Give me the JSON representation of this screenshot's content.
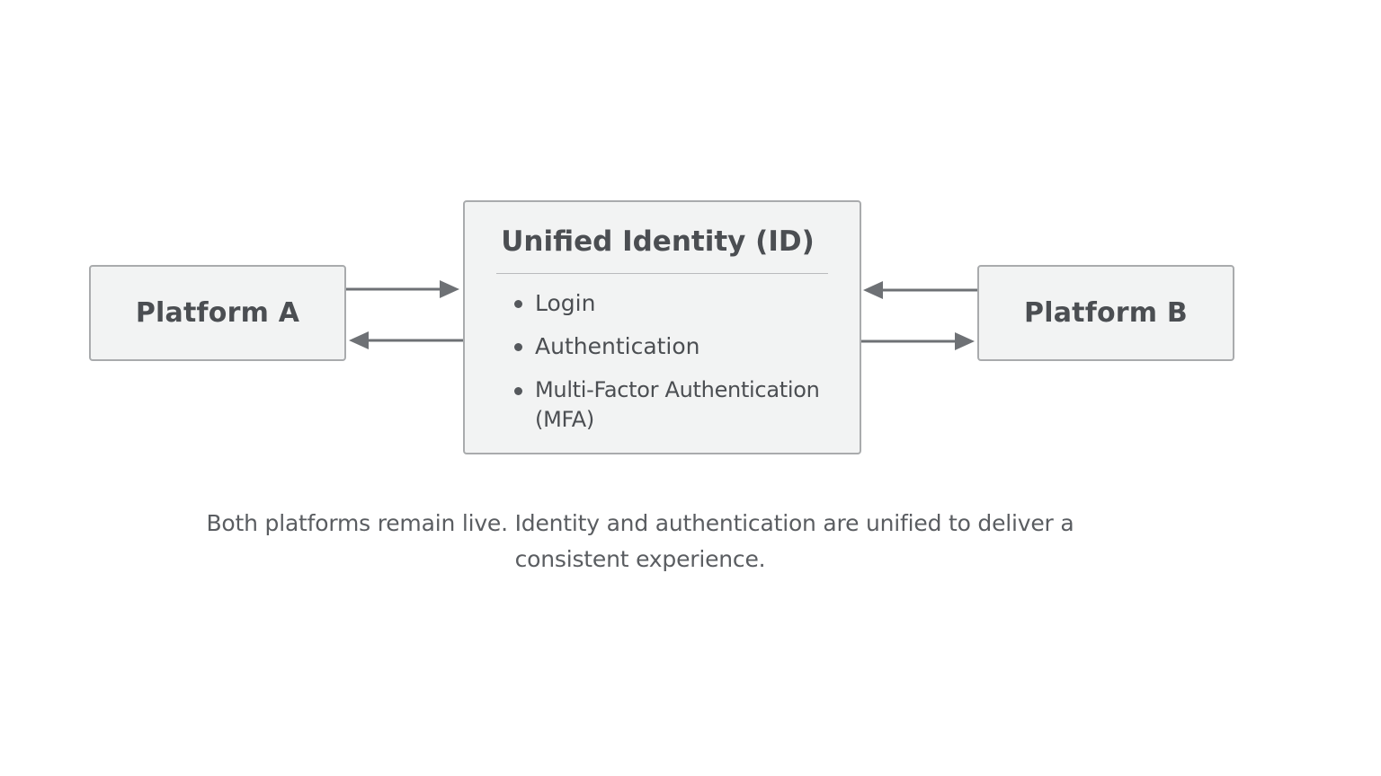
{
  "platform_a": {
    "label": "Platform A"
  },
  "platform_b": {
    "label": "Platform B"
  },
  "unified_identity": {
    "title": "Unified Identity (ID)",
    "features": [
      "Login",
      "Authentication",
      "Multi-Factor Authentication (MFA)"
    ]
  },
  "caption": "Both platforms remain live. Identity and authentication are unified to deliver a consistent experience.",
  "colors": {
    "box_fill": "#f2f3f3",
    "box_border": "#a9abad",
    "arrow": "#6e7175",
    "text": "#4b4e52"
  }
}
